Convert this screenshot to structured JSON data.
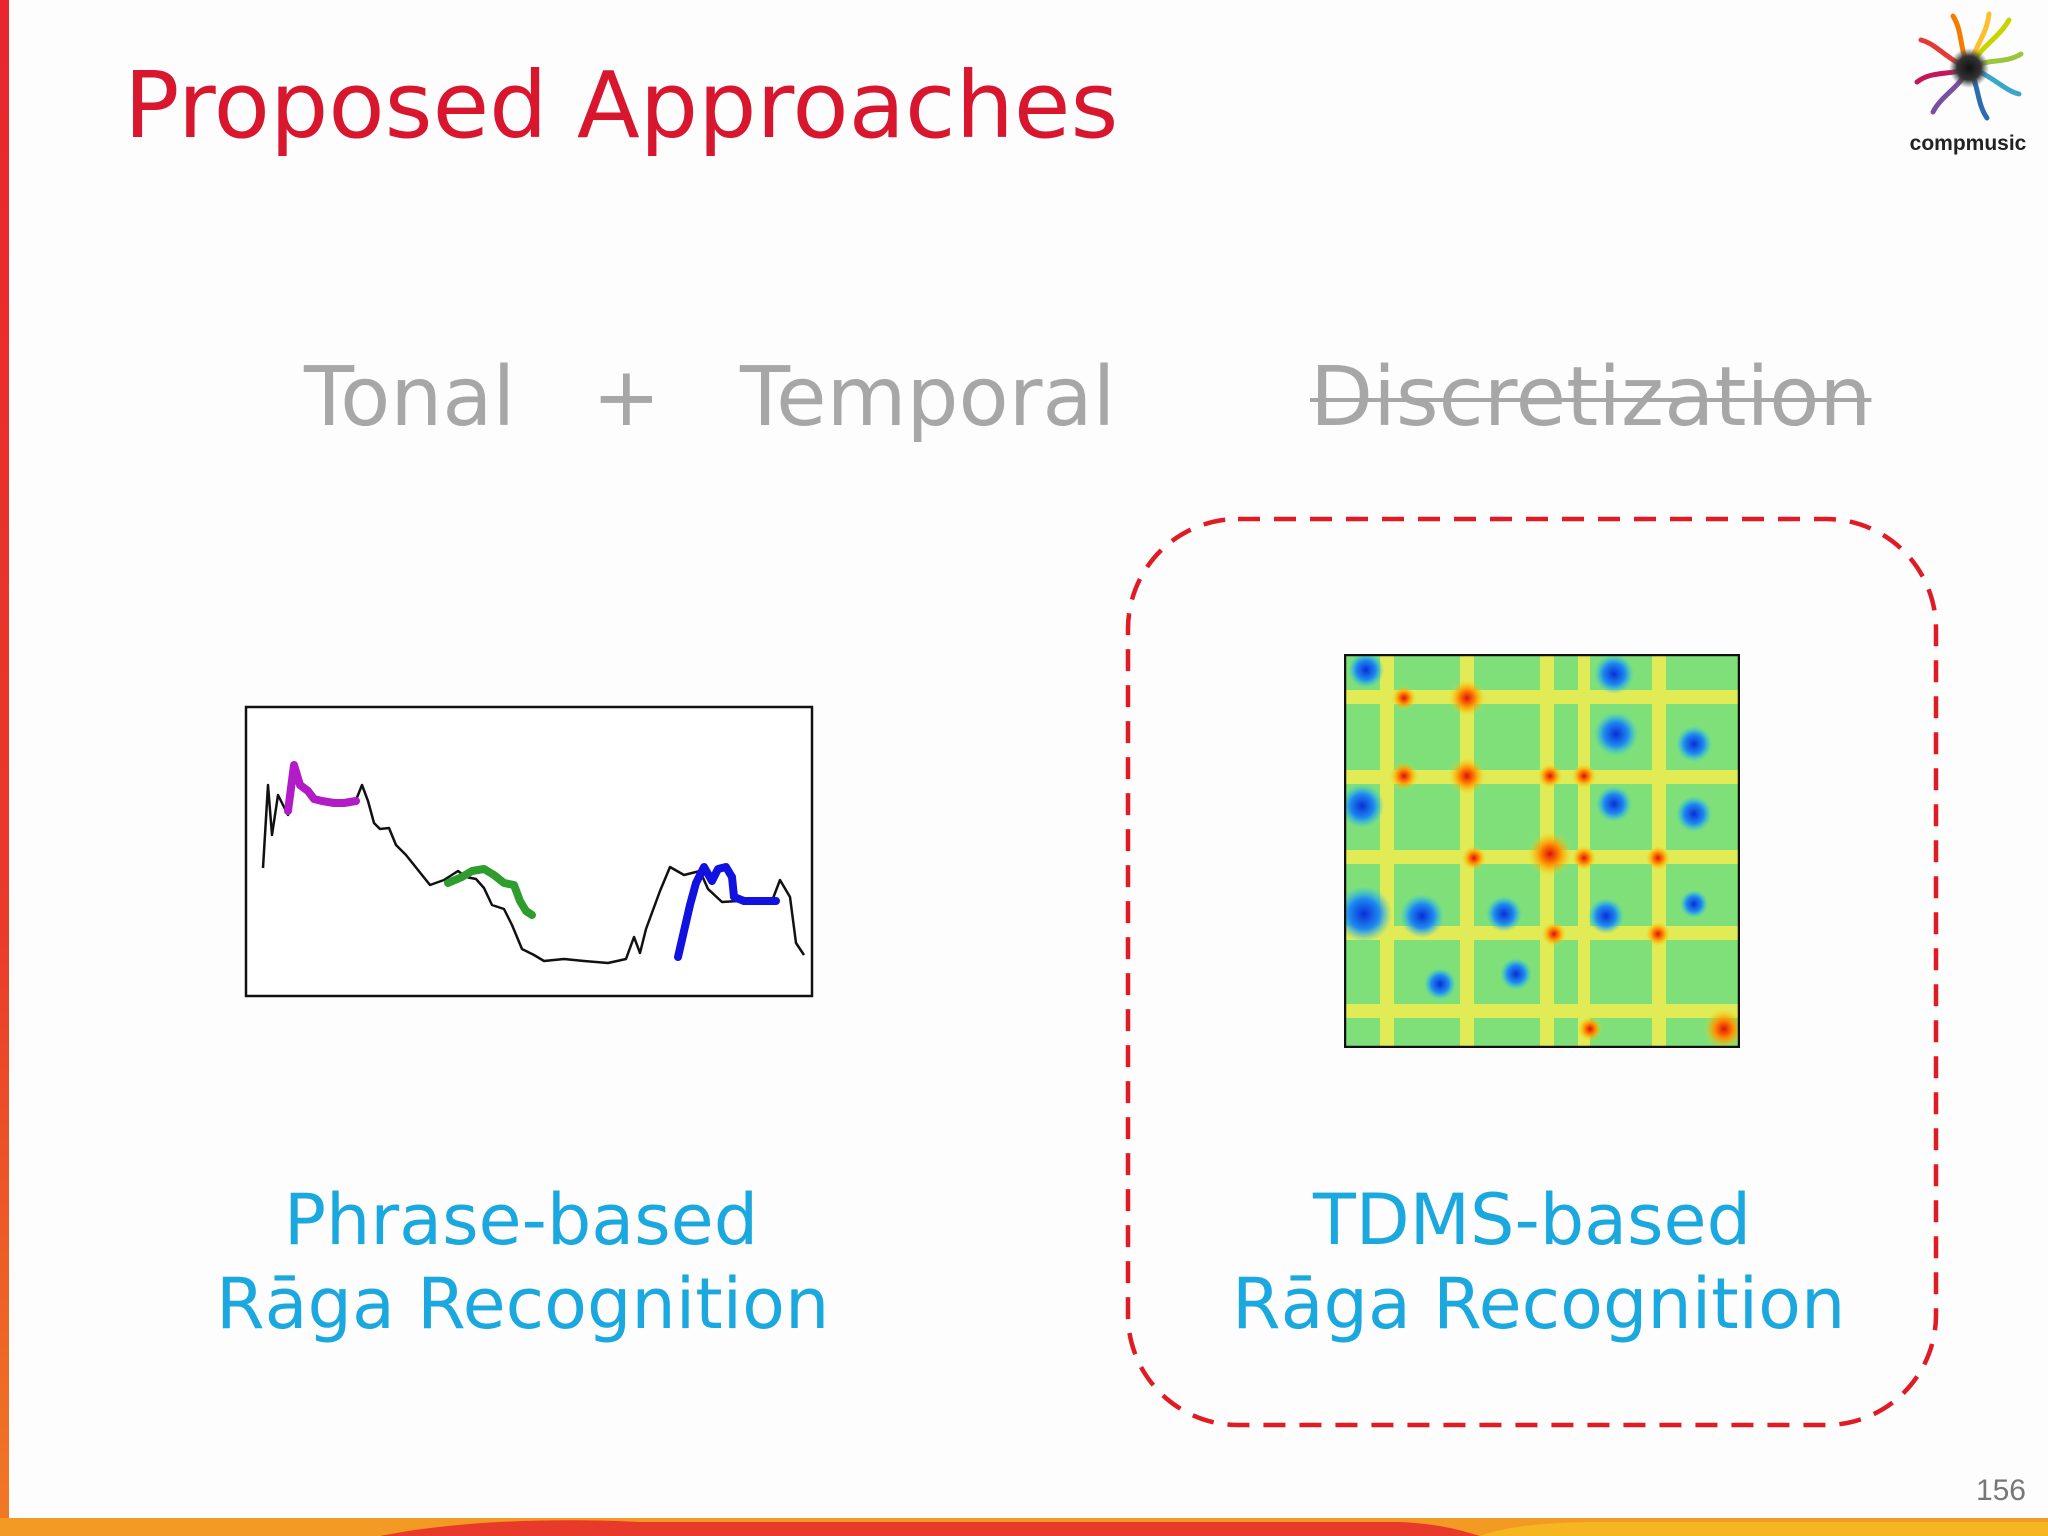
{
  "slide": {
    "title": "Proposed Approaches",
    "logo_text": "compmusic",
    "page_number": "156"
  },
  "headings": {
    "tonal": "Tonal",
    "plus": "+",
    "temporal": "Temporal",
    "discretization": "Discretization"
  },
  "left_panel": {
    "caption_line1": "Phrase-based",
    "caption_line2": "Rāga Recognition",
    "phrase_colors": [
      "#b21cc7",
      "#2e9d2e",
      "#1212e0"
    ]
  },
  "right_panel": {
    "caption_line1": "TDMS-based",
    "caption_line2": "Rāga Recognition",
    "highlight_color": "#e01b24"
  },
  "colors": {
    "title": "#d8172f",
    "heading": "#a7a7a7",
    "caption": "#1aa8de",
    "accent_bar": "#e8262c"
  },
  "icons": {
    "logo": "compmusic-pinwheel-icon"
  }
}
